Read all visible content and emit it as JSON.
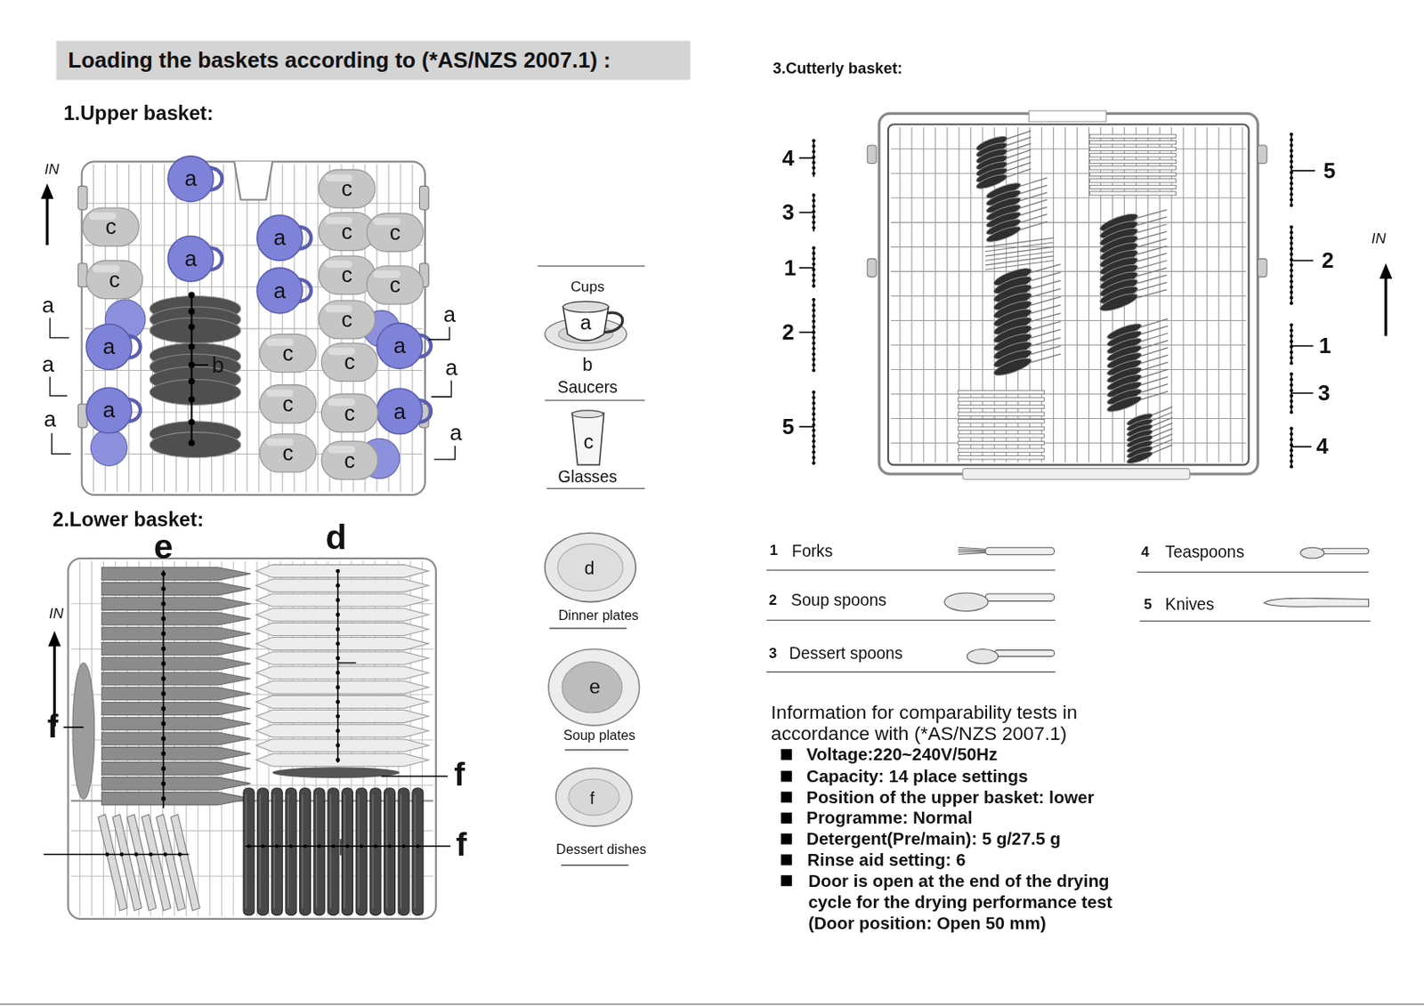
{
  "diagram": {
    "title": "Loading the baskets according to (*AS/NZS 2007.1) :",
    "labels": [
      "1.Upper basket:",
      "IN",
      "a",
      "c",
      "c",
      "a",
      "c",
      "c",
      "a",
      "c",
      "c",
      "a",
      "c",
      "a",
      "a",
      "c",
      "a",
      "a",
      "c",
      "c",
      "b",
      "a",
      "a",
      "c",
      "a",
      "c",
      "a",
      "a",
      "a",
      "c",
      "c",
      "Cups",
      "a",
      "b",
      "Saucers",
      "c",
      "Glasses",
      "2.Lower basket:",
      "e",
      "d",
      "IN",
      "d",
      "Dinner plates",
      "e",
      "Soup plates",
      "f",
      "f",
      "f",
      "Dessert dishes",
      "f",
      "3.Cutterly basket:",
      "4",
      "5",
      "3",
      "IN",
      "2",
      "1",
      "2",
      "1",
      "3",
      "5",
      "4",
      "1",
      "Forks",
      "4",
      "Teaspoons",
      "2",
      "Soup spoons",
      "5",
      "Knives",
      "3",
      "Dessert spoons",
      "Information for comparability tests in accordance with (*AS/NZS 2007.1)",
      "Voltage:220~240V/50Hz",
      "Capacity: 14 place settings",
      "Position of the upper basket: lower",
      "Programme: Normal",
      "Detergent(Pre/main): 5 g/27.5 g",
      "Rinse aid setting: 6",
      "Door is open at the end of the drying cycle for the drying performance test (Door position: Open 50 mm)"
    ]
  }
}
